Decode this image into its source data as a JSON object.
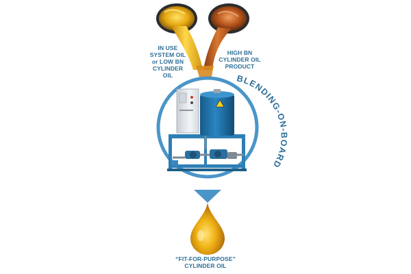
{
  "inputs": {
    "left_label_lines": [
      "IN USE",
      "SYSTEM OIL",
      "or LOW BN",
      "CYLINDER",
      "OIL"
    ],
    "right_label_lines": [
      "HIGH BN",
      "CYLINDER OIL",
      "PRODUCT"
    ]
  },
  "process": {
    "ring_text": "BLENDING-ON-BOARD"
  },
  "output": {
    "label_lines": [
      "“FIT-FOR-PURPOSE”",
      "CYLINDER OIL"
    ]
  },
  "colors": {
    "ring": "#4a95c8",
    "label": "#2d6f96",
    "oil_yellow": "#f0b315",
    "oil_amber": "#c0641a",
    "oil_dark": "#8a3a14",
    "tank": "#1f6ea3",
    "frame": "#2d7fb5",
    "cabinet": "#e8ecef"
  }
}
